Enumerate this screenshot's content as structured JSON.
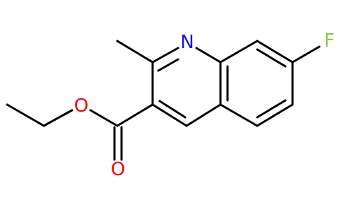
{
  "molecule": {
    "atoms": {
      "nitrogen": {
        "symbol": "N",
        "color": "#1a14dc"
      },
      "fluorine": {
        "symbol": "F",
        "color": "#8cc63f"
      },
      "carbonyl_oxygen": {
        "symbol": "O",
        "color": "#ff0000"
      },
      "ester_oxygen": {
        "symbol": "O",
        "color": "#ff0000"
      }
    },
    "bond_color": "#000000"
  }
}
